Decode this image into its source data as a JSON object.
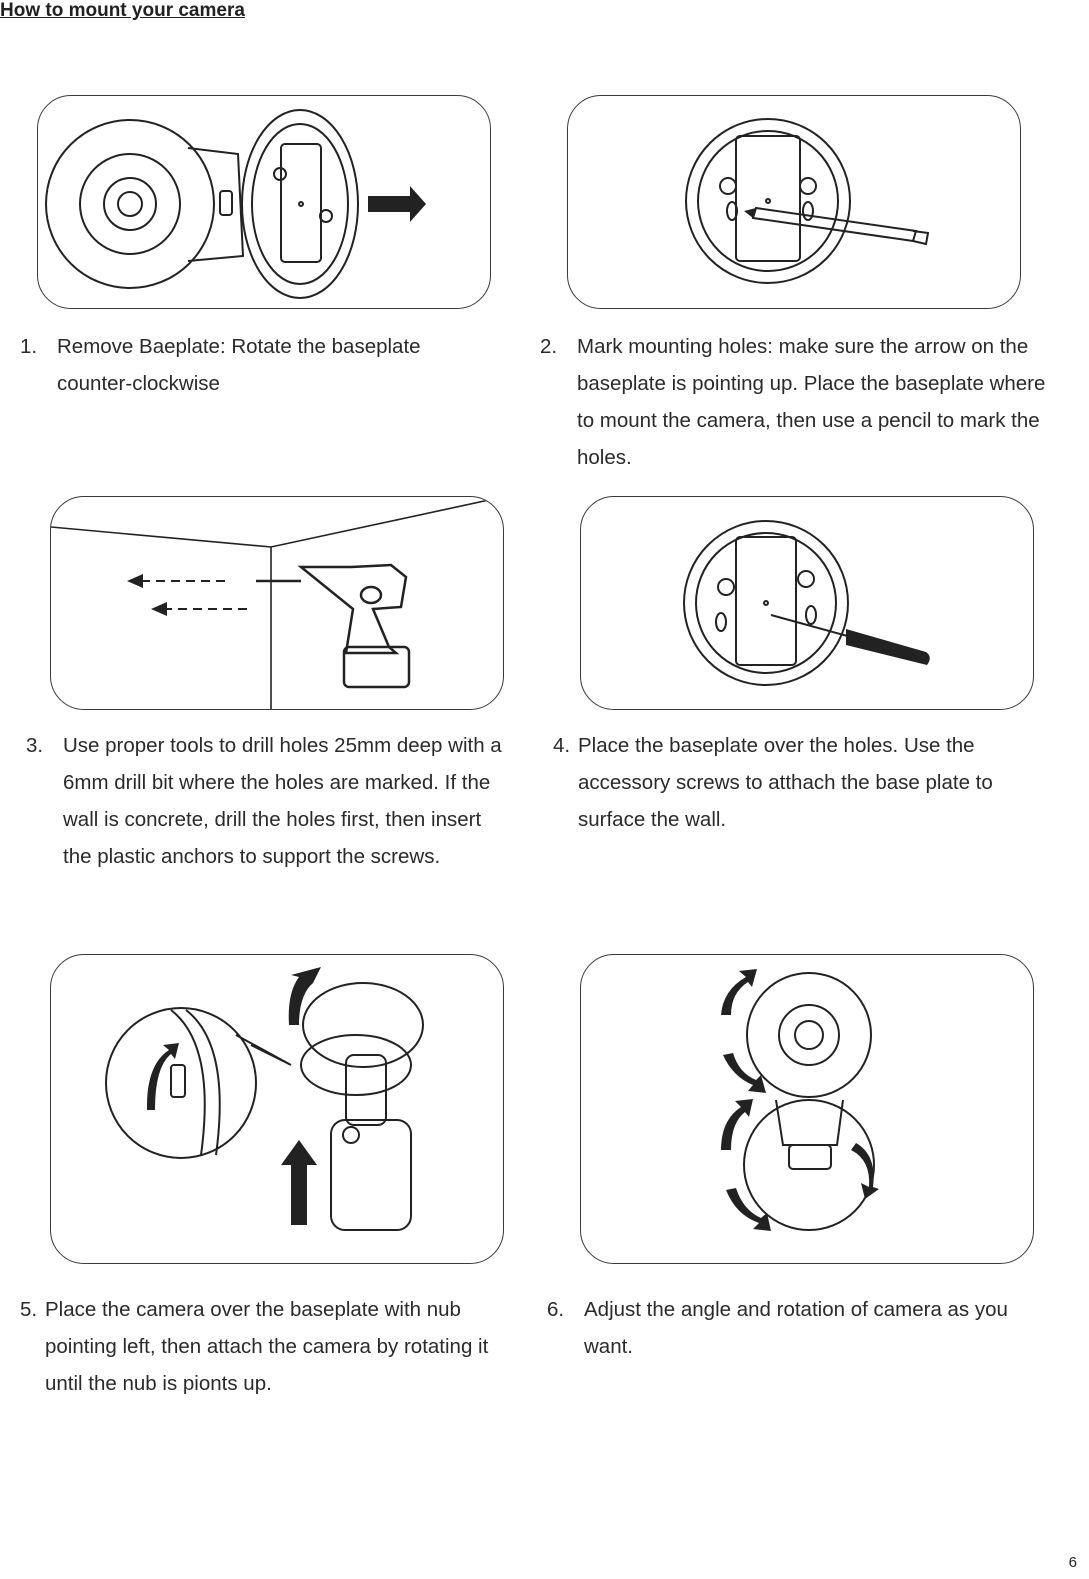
{
  "page": {
    "title": "How to mount your camera",
    "page_number": "6"
  },
  "steps": [
    {
      "number": "1.",
      "text": "Remove Baeplate: Rotate the baseplate counter-clockwise"
    },
    {
      "number": "2.",
      "text": "Mark mounting holes: make sure the arrow on the baseplate is pointing up. Place the baseplate where to mount the camera, then use a pencil to mark the holes."
    },
    {
      "number": "3.",
      "text": "Use proper tools to drill holes 25mm deep with a 6mm drill bit where the holes are marked. If the wall is concrete, drill the holes first, then insert the plastic anchors to support the screws."
    },
    {
      "number": "4.",
      "text": "Place the baseplate over the holes. Use the accessory screws to atthach the base plate to surface the wall."
    },
    {
      "number": "5.",
      "text": "Place the camera over the baseplate with nub pointing left, then attach the camera by rotating it until the nub is pionts up."
    },
    {
      "number": "6.",
      "text": "Adjust the angle and rotation of camera as you want."
    }
  ]
}
